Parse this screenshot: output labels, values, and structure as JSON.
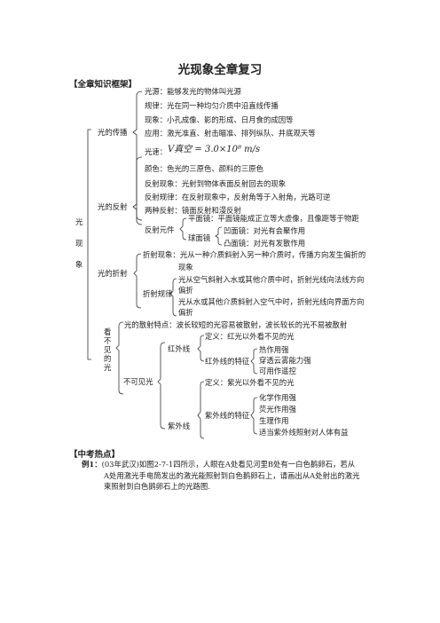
{
  "title": "光现象全章复习",
  "framework_heading": "【全章知识框架】",
  "root_label": [
    "光",
    "现",
    "象"
  ],
  "propagation": {
    "label": "光的传播",
    "source": "光源：能够发光的物体叫光源",
    "law": "规律：光在同一种均匀介质中沿直线传播",
    "phenomena": "现象：小孔成像、影的形成、日月食的成因等",
    "application": "应用：激光准直、射击瞄准、排列纵队、井底观天等",
    "speed_prefix": "光速：",
    "speed_formula": "V真空 = 3.0×10⁸ m/s",
    "color": "颜色：色光的三原色、颜料的三原色"
  },
  "reflection": {
    "label": "光的反射",
    "phenomenon": "反射现象：光射到物体表面反射回去的现象",
    "law": "反射规律：在反射现象中，反射角等于入射角，光路可逆",
    "types": "两种反射：镜面反射和漫反射",
    "elements_label": "反射元件",
    "plane_mirror": "平面镜：平面镜能成正立等大虚像，且像距等于物距",
    "spherical_label": "球面镜",
    "concave": "凹面镜：对光有会聚作用",
    "convex": "凸面镜：对光有发散作用"
  },
  "refraction": {
    "label": "光的折射",
    "phenomenon_line1": "折射现象：光从一种介质斜射入另一种介质时，传播方向发生偏折的",
    "phenomenon_line2": "现象",
    "law_label": "折射规律",
    "rule1_line1": "光从空气斜射入水或其他介质中时，折射光线向法线方向",
    "rule1_line2": "偏折",
    "rule2_line1": "光从水或其他介质斜射入空气中时，折射光线向界面方向",
    "rule2_line2": "偏折"
  },
  "visible_invisible": {
    "label": [
      "看",
      "不",
      "见",
      "的",
      "光"
    ],
    "scattering": "光的散射特点：波长较短的光容易被散射，波长较长的光不易被散射",
    "invisible_label": "不可见光",
    "infrared": {
      "label": "红外线",
      "definition": "定义：红光以外看不见的光",
      "features_label": "红外线的特征",
      "features": [
        "热作用强",
        "穿透云雾能力强",
        "可用作遥控"
      ]
    },
    "ultraviolet": {
      "label": "紫外线",
      "definition": "定义：紫光以外看不见的光",
      "features_label": "紫外线的特征",
      "features": [
        "化学作用强",
        "荧光作用强",
        "生理作用",
        "适当紫外线照射对人体有益"
      ]
    }
  },
  "hotspot_heading": "【中考热点】",
  "example": {
    "label": "例1：",
    "line1": "(03年武汉)如图2-7-1四所示，人眼在A处看见河里B处有一白色鹅卵石，若从",
    "line2": "A处用激光手电筒发出的激光能照射到白色鹅卵石上，请画出从A处射出的激光",
    "line3": "束照射到白色鹅卵石上的光路图."
  }
}
